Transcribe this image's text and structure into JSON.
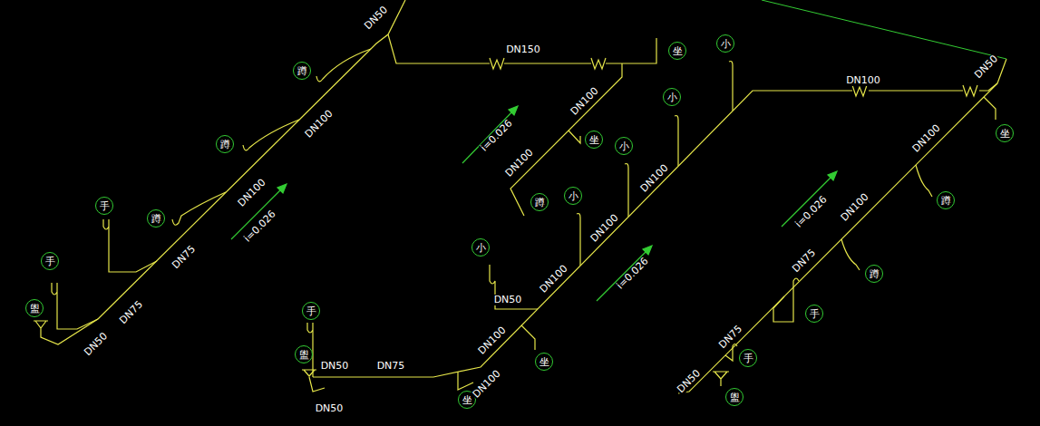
{
  "diagram": {
    "nodes": [
      {
        "text": [
          "小"
        ]
      },
      {
        "text": [
          "坐"
        ]
      },
      {
        "text": [
          "蹲"
        ]
      },
      {
        "text": [
          "小"
        ]
      },
      {
        "text": [
          "坐"
        ]
      },
      {
        "text": [
          "坐"
        ]
      },
      {
        "text": [
          "蹲"
        ]
      },
      {
        "text": [
          "小"
        ]
      },
      {
        "text": [
          "小"
        ]
      },
      {
        "text": [
          "蹲"
        ]
      },
      {
        "text": [
          "蹲"
        ]
      },
      {
        "text": [
          "手"
        ]
      },
      {
        "text": [
          "蹲"
        ]
      },
      {
        "text": [
          "小"
        ]
      },
      {
        "text": [
          "手"
        ]
      },
      {
        "text": [
          "蹲"
        ]
      },
      {
        "text": [
          "盥"
        ]
      },
      {
        "text": [
          "手"
        ]
      },
      {
        "text": [
          "手"
        ]
      },
      {
        "text": [
          "盥"
        ]
      },
      {
        "text": [
          "手"
        ]
      },
      {
        "text": [
          "坐"
        ]
      },
      {
        "text": [
          "盥"
        ]
      },
      {
        "text": [
          "坐"
        ]
      }
    ],
    "labels": [
      "DN50",
      "DN100",
      "DN100",
      "i=0.026",
      "DN75",
      "DN75",
      "DN50",
      "DN150",
      "DN100",
      "i=0.026",
      "DN100",
      "DN100",
      "DN100",
      "DN100",
      "i=0.026",
      "DN50",
      "DN100",
      "DN50",
      "DN75",
      "DN50",
      "DN100",
      "DN100",
      "DN50",
      "DN100",
      "i=0.026",
      "DN100",
      "DN75",
      "DN75",
      "DN50"
    ]
  }
}
